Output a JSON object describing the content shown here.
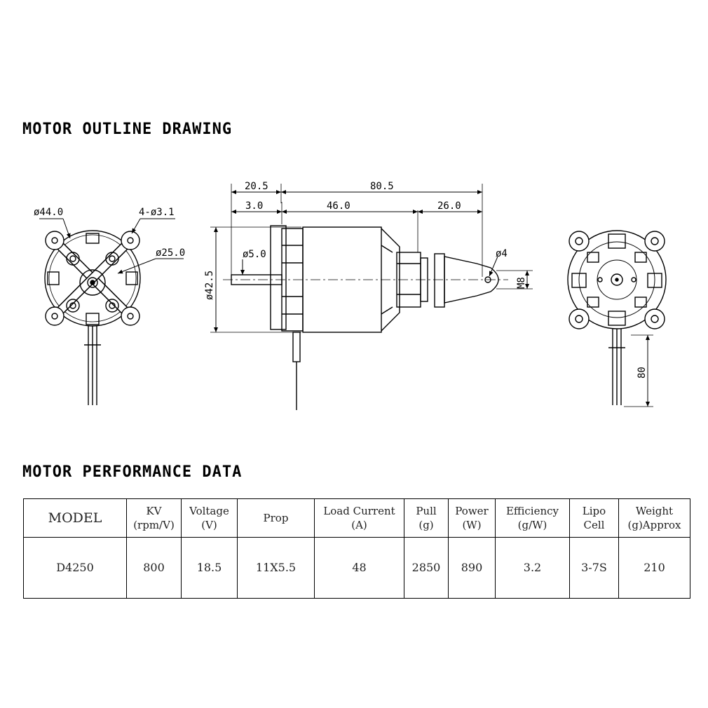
{
  "sections": {
    "outline_title": "MOTOR OUTLINE DRAWING",
    "performance_title": "MOTOR PERFORMANCE DATA"
  },
  "dimensions": {
    "front_diameter": "ø44.0",
    "mount_holes": "4-ø3.1",
    "mount_circle": "ø25.0",
    "total_length": "80.5",
    "front_offset": "20.5",
    "shaft_extension": "3.0",
    "body_length": "46.0",
    "prop_adapter_length": "26.0",
    "shaft_diameter": "ø5.0",
    "body_diameter": "ø42.5",
    "adapter_hole": "ø4",
    "thread": "M8",
    "wire_length": "80"
  },
  "table": {
    "headers": [
      {
        "line1": "MODEL",
        "line2": ""
      },
      {
        "line1": "KV",
        "line2": "(rpm/V)"
      },
      {
        "line1": "Voltage",
        "line2": "(V)"
      },
      {
        "line1": "Prop",
        "line2": ""
      },
      {
        "line1": "Load Current",
        "line2": "(A)"
      },
      {
        "line1": "Pull",
        "line2": "(g)"
      },
      {
        "line1": "Power",
        "line2": "(W)"
      },
      {
        "line1": "Efficiency",
        "line2": "(g/W)"
      },
      {
        "line1": "Lipo",
        "line2": "Cell"
      },
      {
        "line1": "Weight",
        "line2": "(g)Approx"
      }
    ],
    "rows": [
      [
        "D4250",
        "800",
        "18.5",
        "11X5.5",
        "48",
        "2850",
        "890",
        "3.2",
        "3-7S",
        "210"
      ]
    ]
  }
}
